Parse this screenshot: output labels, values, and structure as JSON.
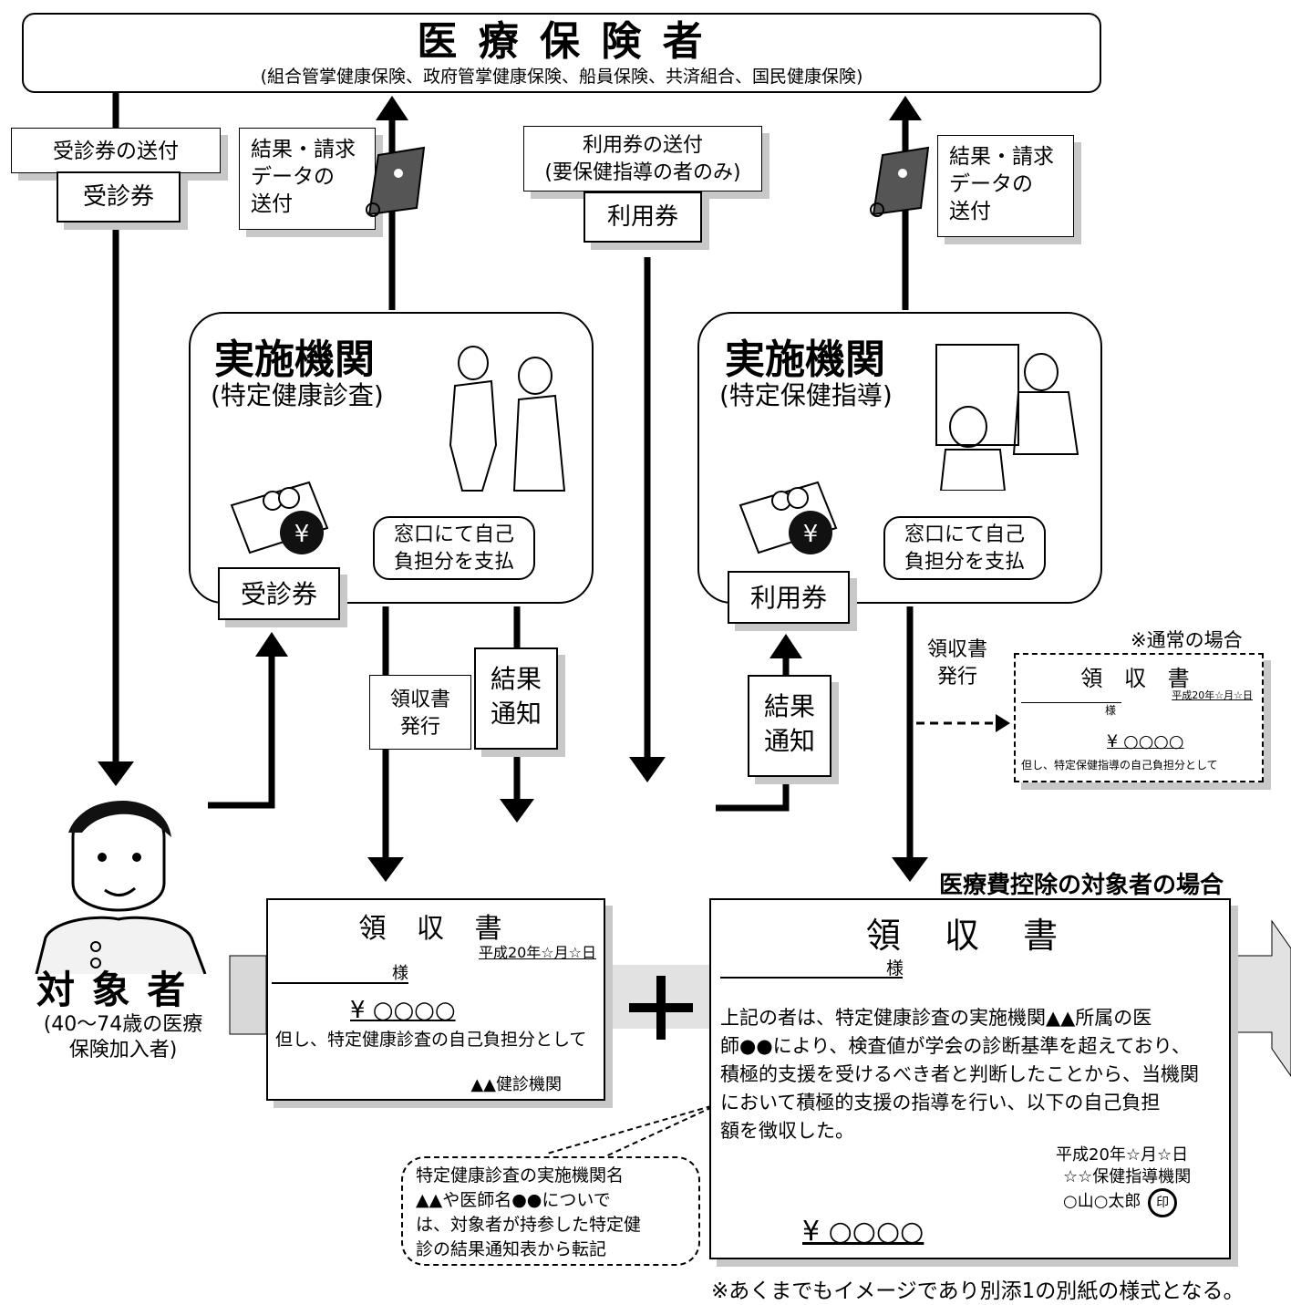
{
  "insurer": {
    "title": "医 療 保 険 者",
    "subtitle": "(組合管掌健康保険、政府管掌健康保険、船員保険、共済組合、国民健康保険)"
  },
  "flows": {
    "exam_ticket_send": "受診券の送付",
    "exam_ticket": "受診券",
    "result_send_left": [
      "結果・請求",
      "データの",
      "送付"
    ],
    "use_ticket_send": [
      "利用券の送付",
      "(要保健指導の者のみ)"
    ],
    "use_ticket": "利用券",
    "result_send_right": [
      "結果・請求",
      "データの",
      "送付"
    ]
  },
  "institution_left": {
    "title": "実施機関",
    "subtitle": "(特定健康診査)",
    "payment": [
      "窓口にて自己",
      "負担分を支払"
    ],
    "ticket": "受診券",
    "receipt_issue": [
      "領収書",
      "発行"
    ],
    "result_notice": [
      "結果",
      "通知"
    ]
  },
  "institution_right": {
    "title": "実施機関",
    "subtitle": "(特定保健指導)",
    "payment": [
      "窓口にて自己",
      "負担分を支払"
    ],
    "ticket": "利用券",
    "receipt_issue": [
      "領収書",
      "発行"
    ],
    "result_notice": [
      "結果",
      "通知"
    ]
  },
  "subject": {
    "title": "対 象 者",
    "desc": [
      "(40～74歳の医療",
      "保険加入者)"
    ]
  },
  "receipt_normal": {
    "caption": "※通常の場合",
    "title": "領 収 書",
    "date": "平成20年☆月☆日",
    "sama": "様",
    "amount": "¥ ○○○○",
    "note": "但し、特定保健指導の自己負担分として"
  },
  "receipt_exam": {
    "title": "領 収 書",
    "date": "平成20年☆月☆日",
    "sama": "様",
    "amount": "¥ ○○○○",
    "note": "但し、特定健康診査の自己負担分として",
    "issuer": "▲▲健診機関"
  },
  "plus": "+",
  "receipt_deduction": {
    "caption": "医療費控除の対象者の場合",
    "title": "領 収 書",
    "sama": "様",
    "body": [
      "上記の者は、特定健康診査の実施機関▲▲所属の医",
      "師●●により、検査値が学会の診断基準を超えており、",
      "積極的支援を受けるべき者と判断したことから、当機関",
      "において積極的支援の指導を行い、以下の自己負担",
      "額を徴収した。"
    ],
    "date": "平成20年☆月☆日",
    "org": "☆☆保健指導機関",
    "person": "○山○太郎",
    "seal": "印",
    "amount": "¥ ○○○○"
  },
  "callout": [
    "特定健康診査の実施機関名",
    "▲▲や医師名●●についで",
    "は、対象者が持参した特定健",
    "診の結果通知表から転記"
  ],
  "footnote": "※あくまでもイメージであり別添1の別紙の様式となる。"
}
